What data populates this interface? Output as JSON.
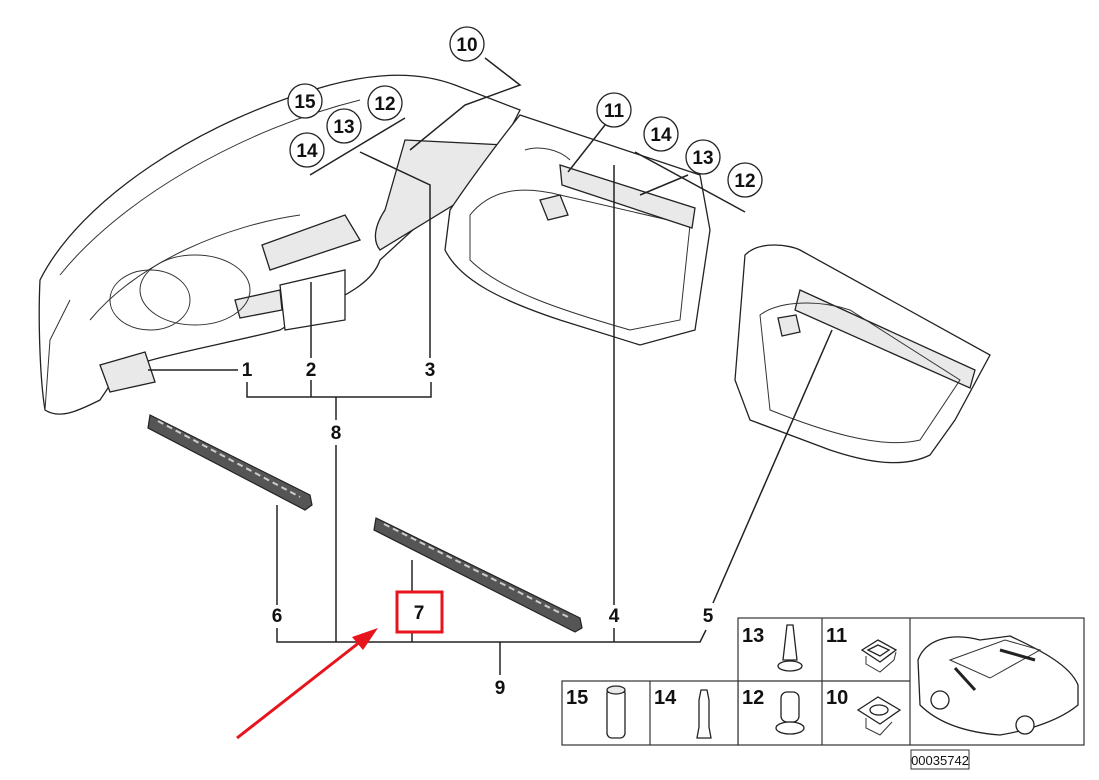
{
  "diagram": {
    "callouts_circled": [
      {
        "id": "c10",
        "label": "10"
      },
      {
        "id": "c15",
        "label": "15"
      },
      {
        "id": "c12a",
        "label": "12"
      },
      {
        "id": "c13a",
        "label": "13"
      },
      {
        "id": "c14a",
        "label": "14"
      },
      {
        "id": "c11",
        "label": "11"
      },
      {
        "id": "c14b",
        "label": "14"
      },
      {
        "id": "c13b",
        "label": "13"
      },
      {
        "id": "c12b",
        "label": "12"
      }
    ],
    "labels": {
      "n1": "1",
      "n2": "2",
      "n3": "3",
      "n8": "8",
      "n6": "6",
      "n7": "7",
      "n4": "4",
      "n5": "5",
      "n9": "9"
    },
    "highlight": {
      "label": "7",
      "color": "#e8141c"
    },
    "parts_table": [
      {
        "label": "13",
        "part": "pin"
      },
      {
        "label": "11",
        "part": "clip"
      },
      {
        "label": "15",
        "part": "sleeve"
      },
      {
        "label": "14",
        "part": "pin"
      },
      {
        "label": "12",
        "part": "plug"
      },
      {
        "label": "10",
        "part": "clip"
      }
    ],
    "image_number": "00035742",
    "arrow_color": "#e8141c"
  }
}
